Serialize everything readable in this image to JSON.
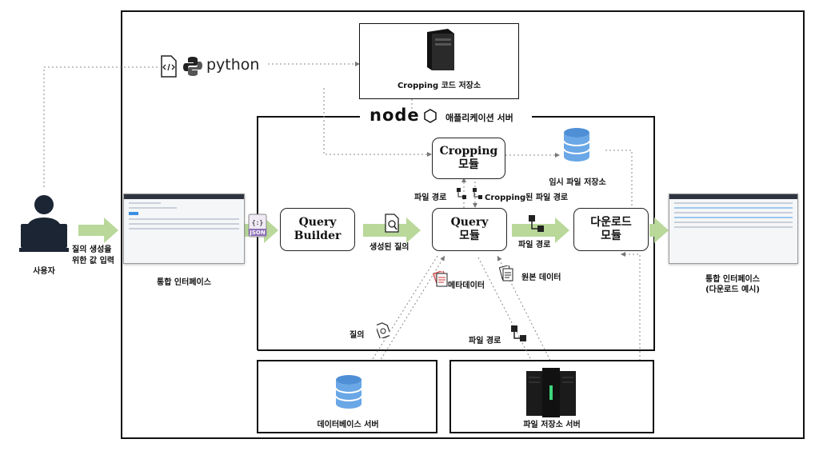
{
  "user": {
    "label": "사용자",
    "input_label": "질의 생성을\n위한 값 입력"
  },
  "python_label": "python",
  "node_label": "node",
  "json_label": "JSON",
  "app_server_label": "애플리케이션 서버",
  "cropping_store_label": "Cropping 코드 저장소",
  "temp_store_label": "임시 파일 저장소",
  "modules": {
    "cropping": "Cropping\n모듈",
    "query_builder": "Query\nBuilder",
    "query": "Query\n모듈",
    "download": "다운로드\n모듈"
  },
  "edge_labels": {
    "file_path_left": "파일 경로",
    "cropping_file_path": "Cropping된 파일 경로",
    "generated_query": "생성된 질의",
    "file_path_right": "파일 경로",
    "metadata": "메타데이터",
    "original_data": "원본 데이터",
    "query": "질의",
    "file_path_bottom": "파일 경로"
  },
  "integrated_ui_label": "통합 인터페이스",
  "integrated_ui_download_label": "통합 인터페이스\n(다운로드 예시)",
  "db_server_label": "데이터베이스 서버",
  "file_server_label": "파일 저장소 서버",
  "colors": {
    "arrow": "#b9d89a",
    "db_top": "#4f8fd6",
    "db_body": "#6aa7e6",
    "server": "#1b1b1b"
  }
}
